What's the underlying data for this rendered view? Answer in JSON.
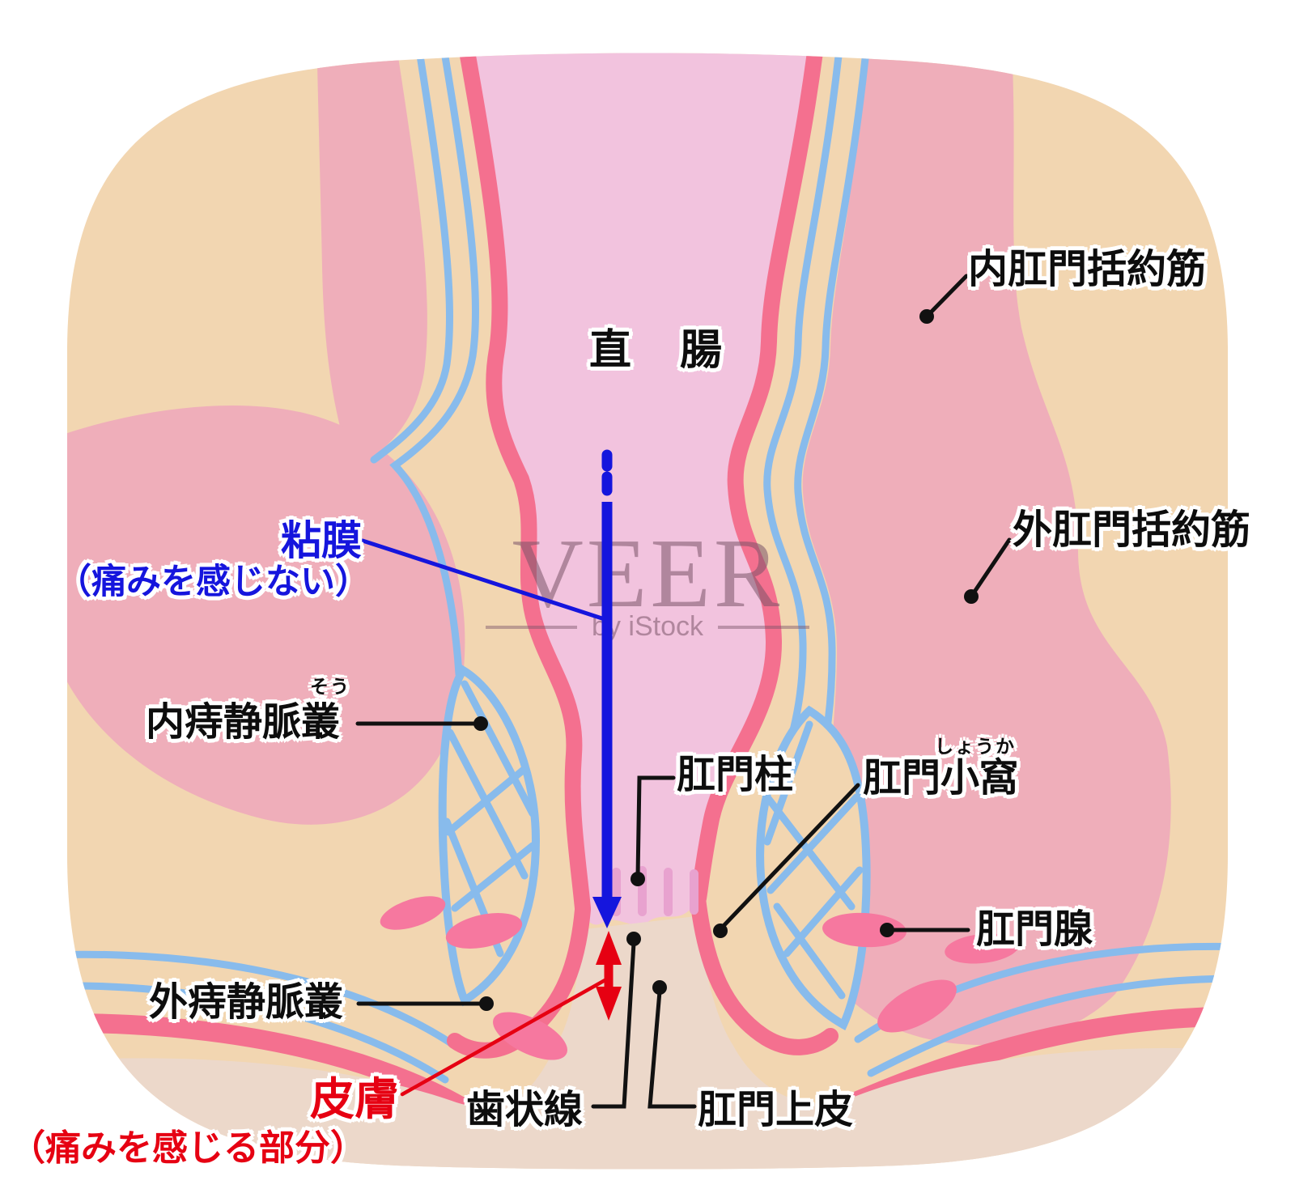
{
  "diagram": {
    "subject": "anal-rectal-anatomy-cross-section",
    "labels": {
      "rectum": "直　腸",
      "internal_sphincter": "内肛門括約筋",
      "external_sphincter": "外肛門括約筋",
      "mucosa": "粘膜",
      "mucosa_note": "（痛みを感じない）",
      "internal_plexus": "内痔静脈叢",
      "internal_plexus_furigana": "そう",
      "anal_column": "肛門柱",
      "anal_crypt": "肛門小窩",
      "anal_crypt_furigana": "しょうか",
      "anal_gland": "肛門腺",
      "external_plexus": "外痔静脈叢",
      "skin": "皮膚",
      "skin_note": "（痛みを感じる部分）",
      "dentate_line": "歯状線",
      "anal_epithelium": "肛門上皮"
    },
    "watermark": {
      "brand": "VEER",
      "byline": "by iStock"
    },
    "colors": {
      "body_tan": "#f2d6b1",
      "muscle_pink": "#efaeba",
      "lumen_pink": "#f2c3de",
      "border_rose": "#f4708f",
      "vessel_blue": "#88bbec",
      "gland_pink": "#f6789f",
      "skin_bottom": "#ecd8ca",
      "anal_column_pink": "#e8a2cf",
      "label_blue": "#1515dd",
      "label_red": "#e60012",
      "label_black": "#0d0d0d"
    }
  }
}
